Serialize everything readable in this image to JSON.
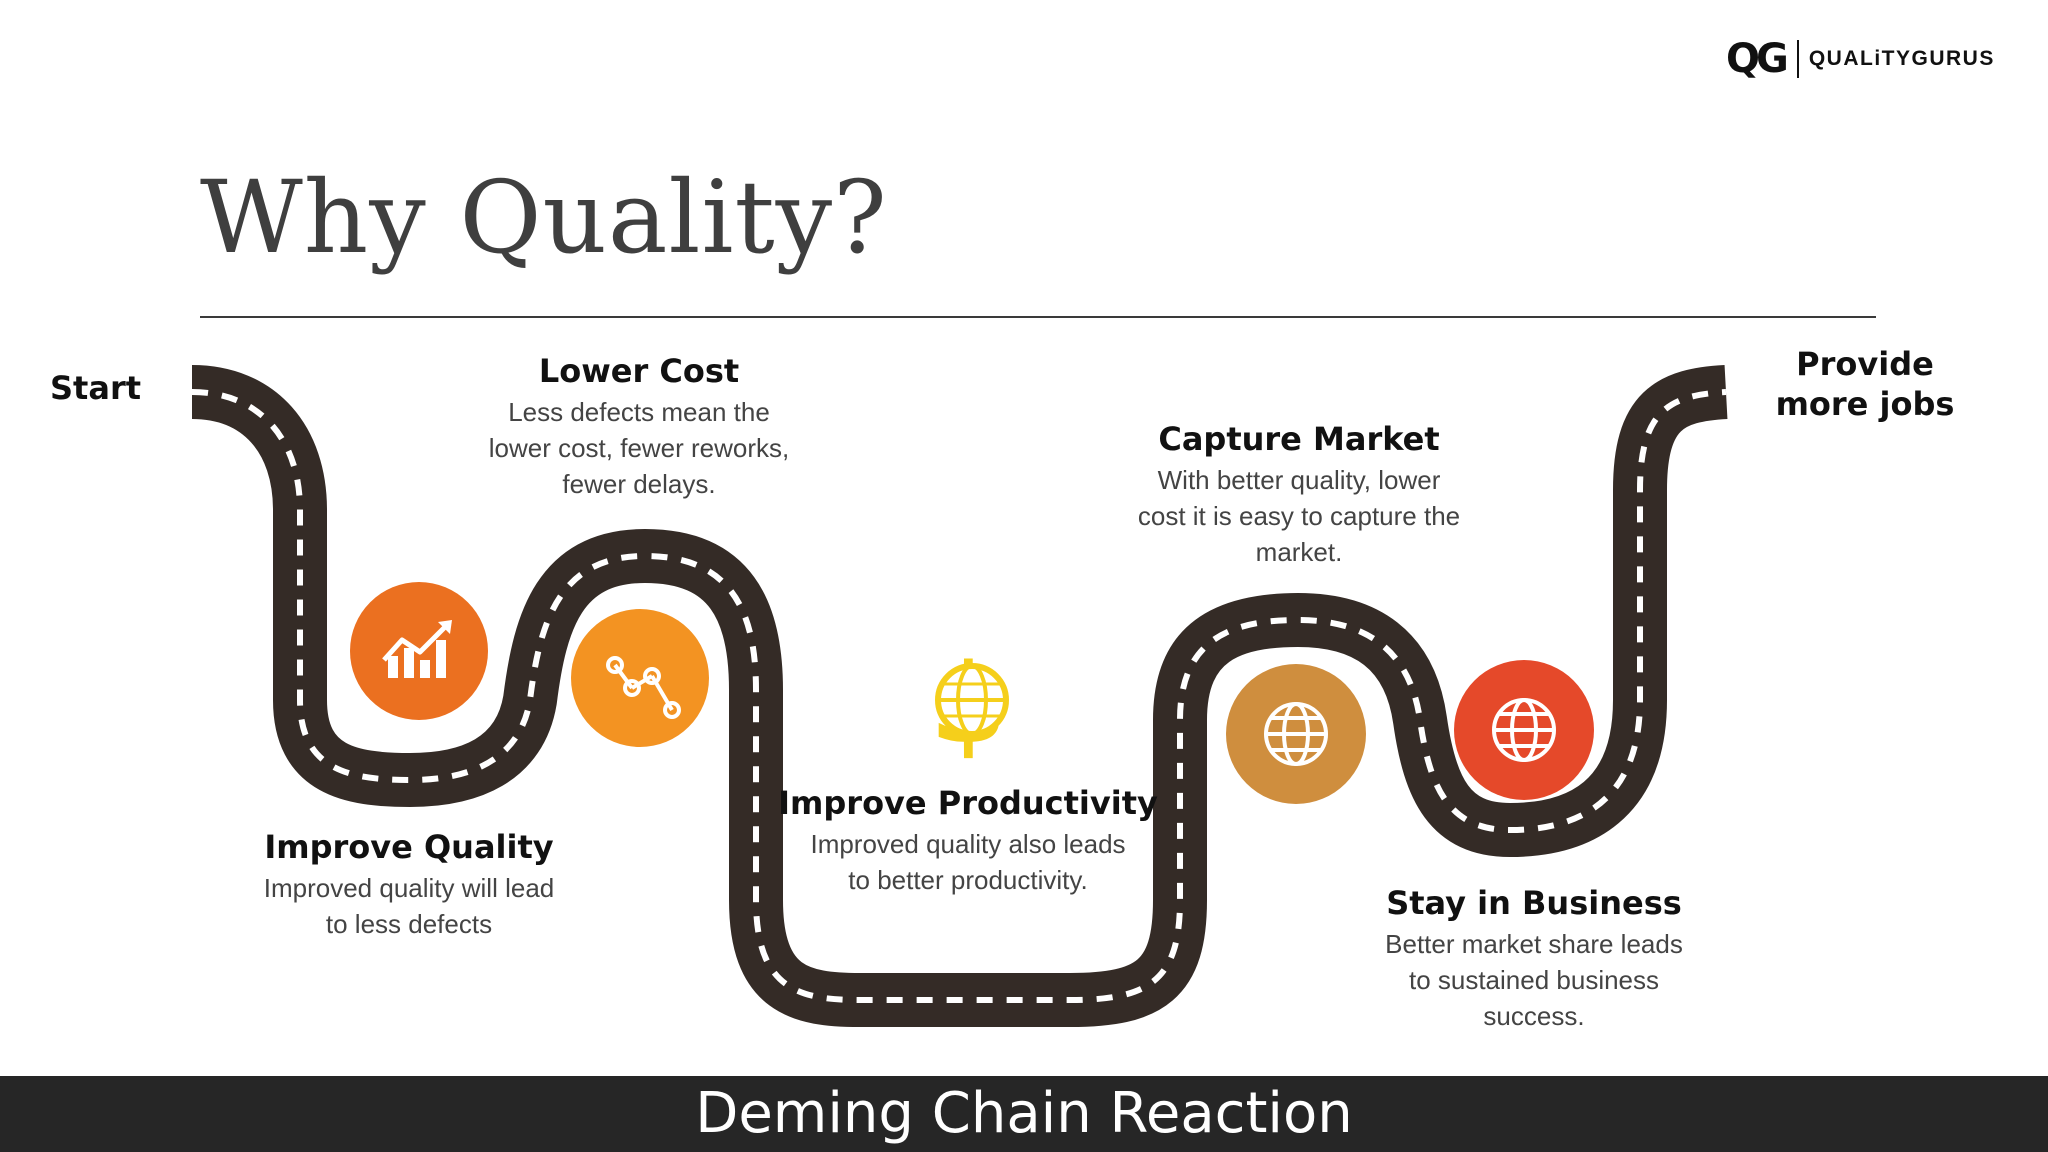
{
  "logo": {
    "mark": "QG",
    "name": "QUALiTYGURUS"
  },
  "title": "Why Quality?",
  "start_label": "Start",
  "end_label_line1": "Provide",
  "end_label_line2": "more jobs",
  "steps": [
    {
      "title": "Improve Quality",
      "desc_line1": "Improved quality will lead",
      "desc_line2": "to less defects",
      "icon": "chart-up-icon",
      "color": "#EB7020"
    },
    {
      "title": "Lower Cost",
      "desc_line1": "Less defects mean the",
      "desc_line2": "lower cost, fewer reworks,",
      "desc_line3": "fewer delays.",
      "icon": "network-nodes-icon",
      "color": "#F39322"
    },
    {
      "title": "Improve Productivity",
      "desc_line1": "Improved quality also leads",
      "desc_line2": "to better productivity.",
      "icon": "dollar-globe-icon",
      "color": "#F5CF1B"
    },
    {
      "title": "Capture Market",
      "desc_line1": "With better quality, lower",
      "desc_line2": "cost it is easy to capture the",
      "desc_line3": "market.",
      "icon": "globe-icon",
      "color": "#CF8E3E"
    },
    {
      "title": "Stay in Business",
      "desc_line1": "Better market share leads",
      "desc_line2": "to sustained business",
      "desc_line3": "success.",
      "icon": "globe-icon",
      "color": "#E5492A"
    }
  ],
  "road_color": "#342B26",
  "footer": "Deming Chain Reaction"
}
